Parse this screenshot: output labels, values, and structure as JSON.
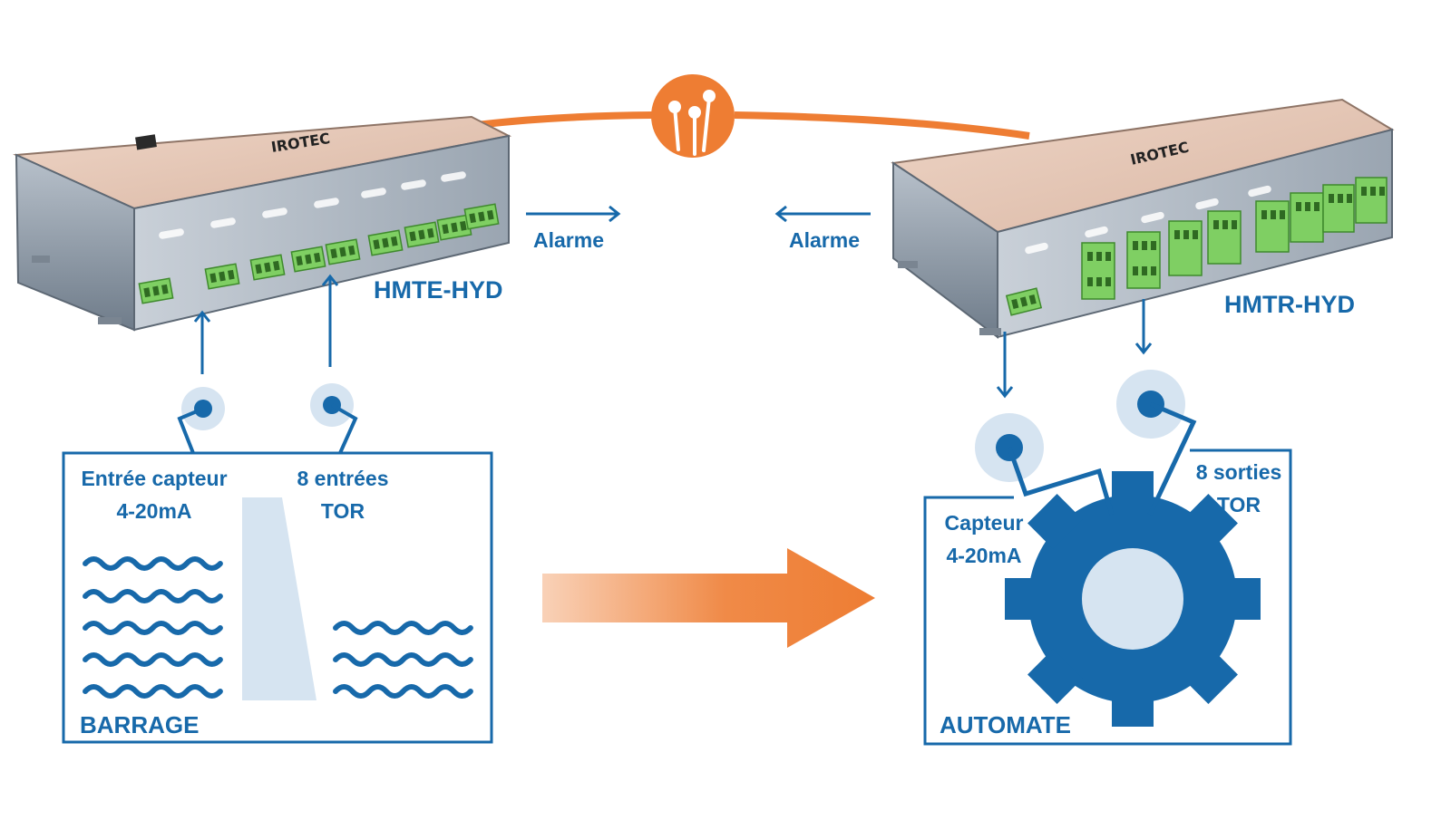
{
  "devices": {
    "left": {
      "name": "HMTE-HYD",
      "logo": "IROTEC"
    },
    "right": {
      "name": "HMTR-HYD",
      "logo": "IROTEC"
    }
  },
  "alarms": {
    "left_label": "Alarme",
    "right_label": "Alarme"
  },
  "barrage": {
    "title": "BARRAGE",
    "input1_line1": "Entrée capteur",
    "input1_line2": "4-20mA",
    "input2_line1": "8 entrées",
    "input2_line2": "TOR"
  },
  "automate": {
    "title": "AUTOMATE",
    "sensor_line1": "Capteur",
    "sensor_line2": "4-20mA",
    "outputs_line1": "8 sorties",
    "outputs_line2": "TOR"
  },
  "icons": {
    "link": "fiber-link-icon",
    "water": "water-waves-icon",
    "dam": "dam-wall-icon",
    "gear": "gear-icon",
    "arrow": "gradient-arrow-icon"
  },
  "colors": {
    "blue": "#1769aa",
    "light_blue": "#d6e4f1",
    "orange": "#ee7d33",
    "connector_green": "#7fcf63",
    "device_top": "#e8c8b8",
    "device_side": "#8a96a3"
  }
}
